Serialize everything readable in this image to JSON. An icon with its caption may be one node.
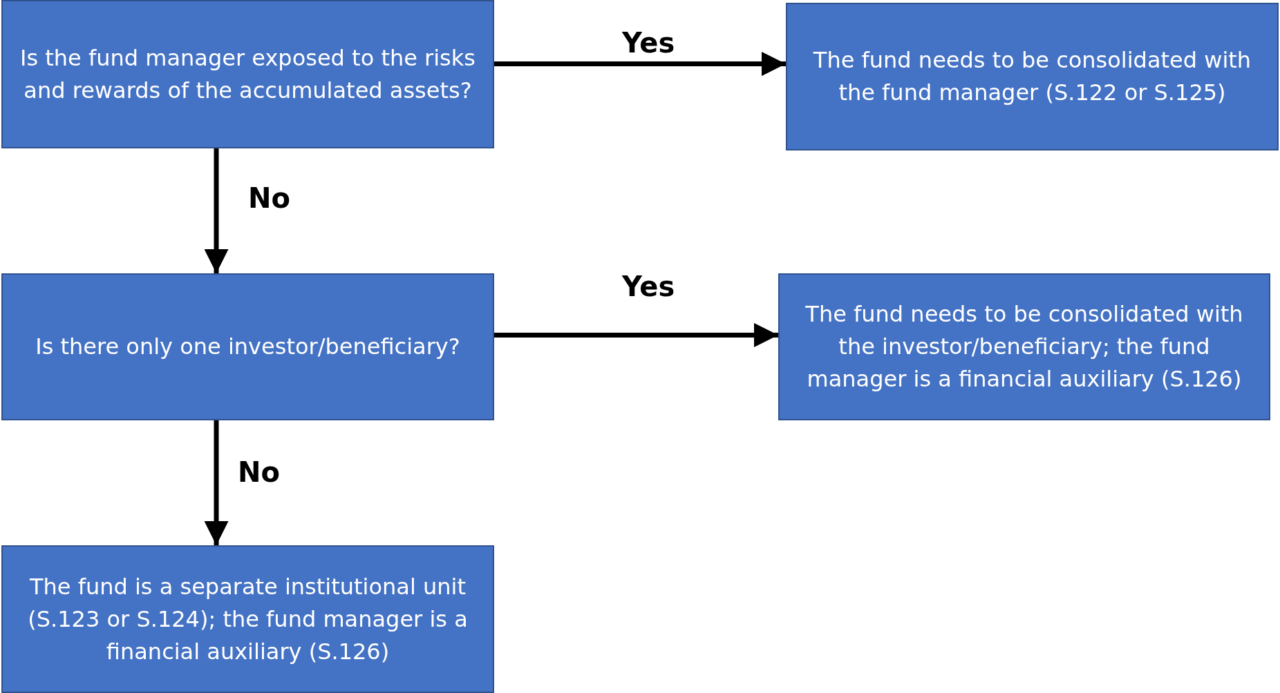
{
  "diagram": {
    "nodes": [
      {
        "text": [
          "Is the fund manager exposed to the risks and rewards of the accumulated assets?"
        ]
      },
      {
        "text": [
          "The fund needs to be consolidated with the fund manager (S.122 or S.125)"
        ]
      },
      {
        "text": [
          "Is there only one investor/beneficiary?"
        ]
      },
      {
        "text": [
          "The fund needs to be consolidated with the investor/beneficiary; the fund manager is a financial auxiliary (S.126)"
        ]
      },
      {
        "text": [
          "The fund is a separate institutional unit (S.123 or S.124); the fund manager is a financial auxiliary (S.126)"
        ]
      }
    ],
    "edges": [
      {
        "from": 0,
        "to": 1,
        "arrow": "to",
        "label": "Yes"
      },
      {
        "from": 0,
        "to": 2,
        "arrow": "to",
        "label": "No"
      },
      {
        "from": 2,
        "to": 3,
        "arrow": "to",
        "label": "Yes"
      },
      {
        "from": 2,
        "to": 4,
        "arrow": "to",
        "label": "No"
      }
    ]
  }
}
